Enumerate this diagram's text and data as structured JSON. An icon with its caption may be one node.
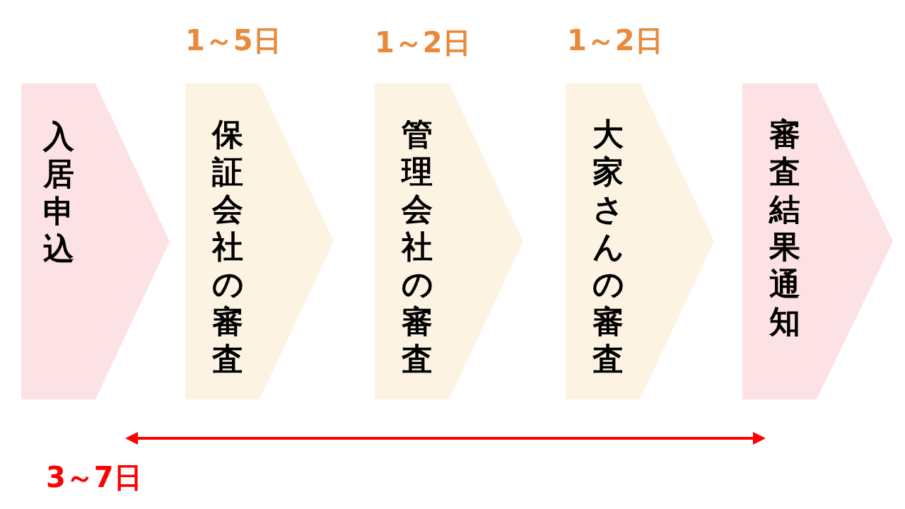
{
  "diagram": {
    "nodes": [
      {
        "text": [
          "入居申込"
        ]
      },
      {
        "text": [
          "保証会社の審査"
        ],
        "beside": [
          "1～5日"
        ]
      },
      {
        "text": [
          "管理会社の審査"
        ],
        "beside": [
          "1～2日"
        ]
      },
      {
        "text": [
          "大家さんの審査"
        ],
        "beside": [
          "1～2日"
        ]
      },
      {
        "text": [
          "審査結果通知"
        ]
      }
    ],
    "labels": [
      "3～7日"
    ]
  }
}
